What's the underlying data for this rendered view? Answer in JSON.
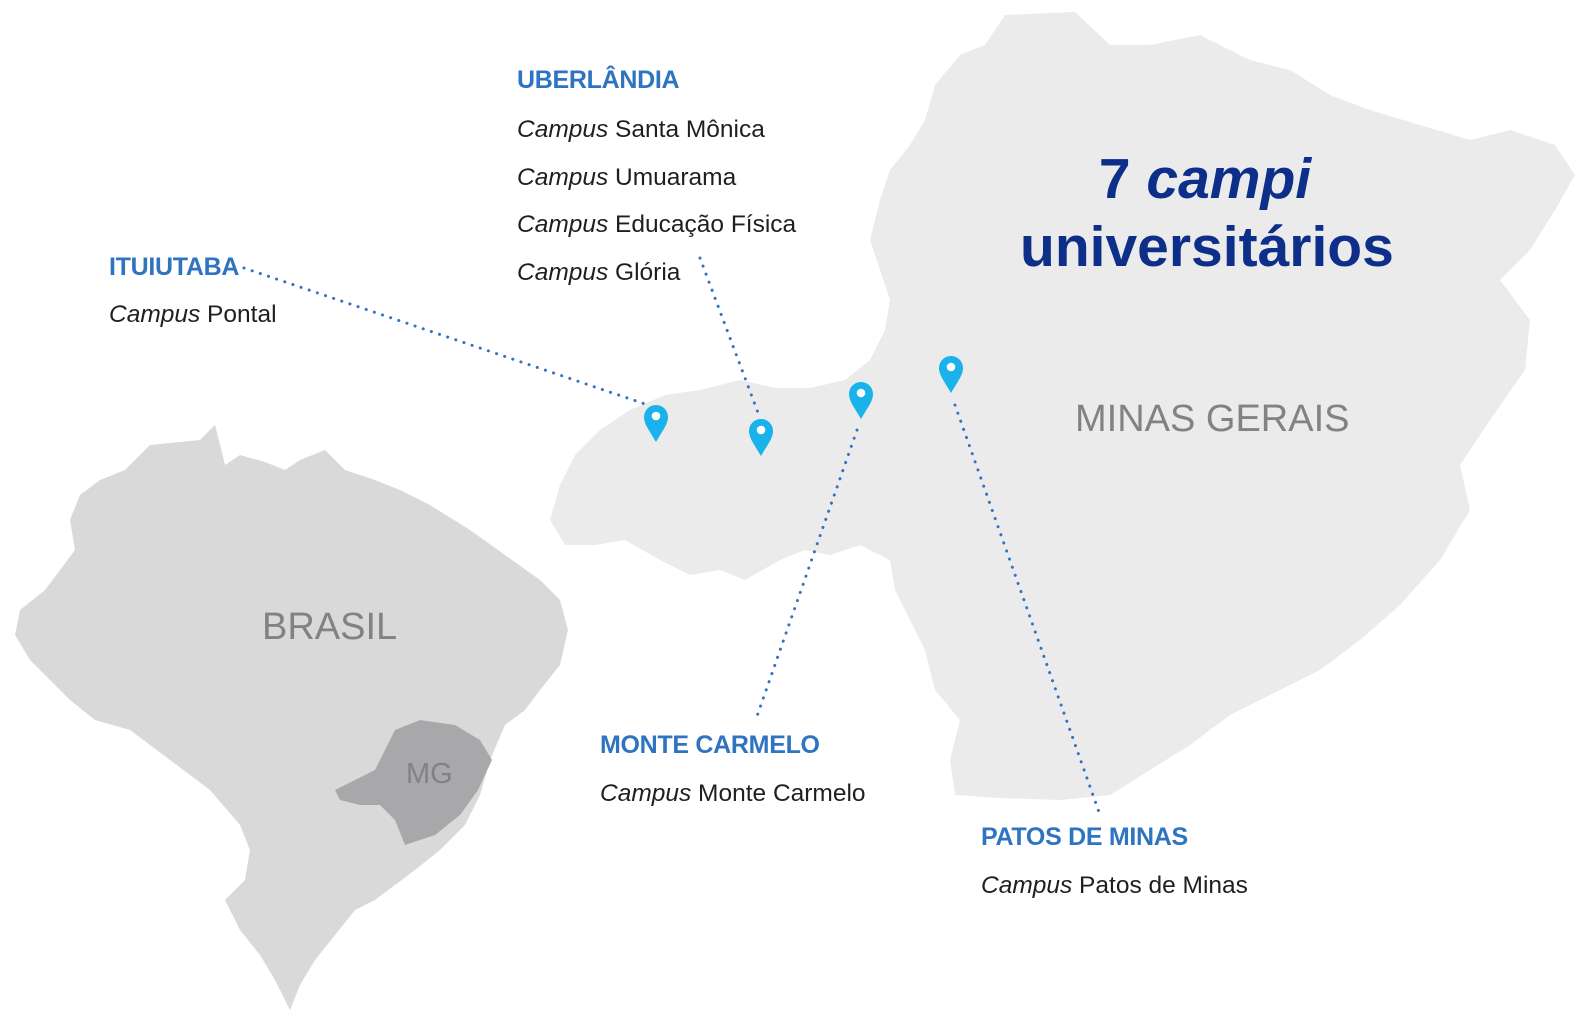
{
  "headline": {
    "number": "7",
    "italic_word": "campi",
    "line2": "universitários"
  },
  "regions": {
    "state": "MINAS GERAIS",
    "country": "BRASIL",
    "state_abbr": "MG"
  },
  "campus_prefix": "Campus",
  "cities": [
    {
      "name": "UBERLÂNDIA",
      "campuses": [
        "Santa Mônica",
        "Umuarama",
        "Educação Física",
        "Glória"
      ]
    },
    {
      "name": "ITUIUTABA",
      "campuses": [
        "Pontal"
      ]
    },
    {
      "name": "MONTE CARMELO",
      "campuses": [
        "Monte Carmelo"
      ]
    },
    {
      "name": "PATOS DE MINAS",
      "campuses": [
        "Patos de Minas"
      ]
    }
  ],
  "colors": {
    "city_label": "#2e74c0",
    "headline": "#0d2f8a",
    "state_fill": "#ebebeb",
    "country_fill": "#d9d9da",
    "mg_highlight": "#a8a8aa",
    "region_label": "#808285",
    "pin": "#19b2ea",
    "dotted_line": "#2e74c0"
  },
  "icons": {
    "pin": "map-pin-icon"
  }
}
